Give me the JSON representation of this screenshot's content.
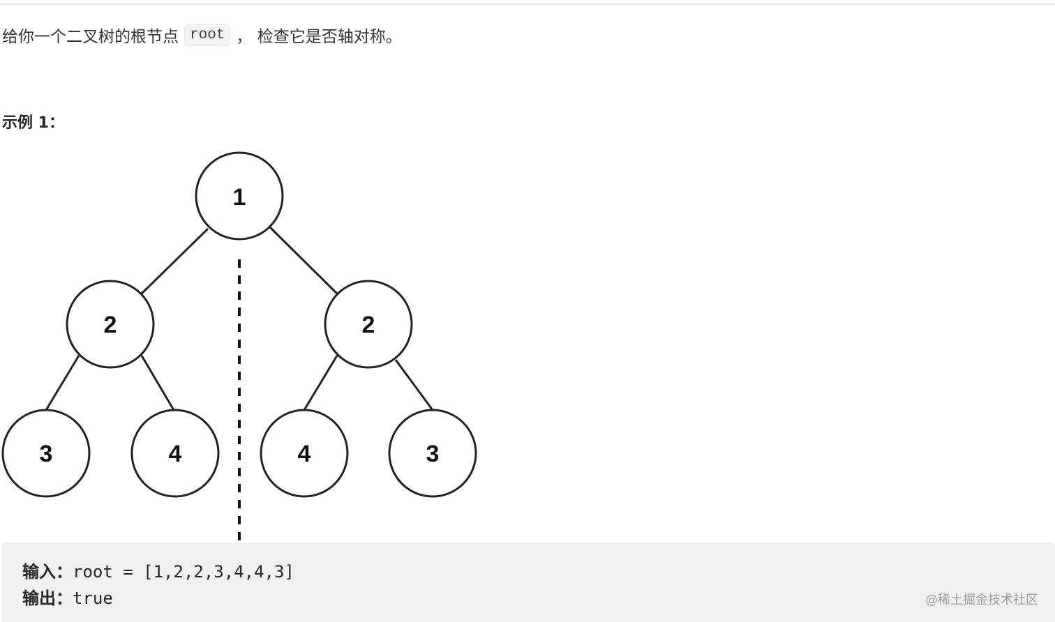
{
  "problem": {
    "description_before": "给你一个二叉树的根节点",
    "description_code": "root",
    "description_after": "， 检查它是否轴对称。"
  },
  "example": {
    "title": "示例 1：",
    "tree": {
      "nodes": [
        {
          "id": "n1",
          "value": "1"
        },
        {
          "id": "n2l",
          "value": "2"
        },
        {
          "id": "n2r",
          "value": "2"
        },
        {
          "id": "n3l",
          "value": "3"
        },
        {
          "id": "n4l",
          "value": "4"
        },
        {
          "id": "n4r",
          "value": "4"
        },
        {
          "id": "n3r",
          "value": "3"
        }
      ]
    },
    "input_label": "输入",
    "input_value": "root = [1,2,2,3,4,4,3]",
    "output_label": "输出",
    "output_value": "true"
  },
  "watermark": "@稀土掘金技术社区"
}
